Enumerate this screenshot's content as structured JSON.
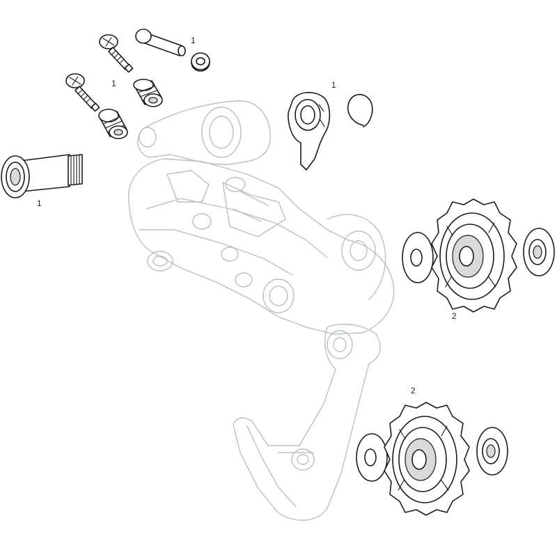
{
  "diagram": {
    "callouts": [
      {
        "id": "bolt-pin-kit",
        "text": "1"
      },
      {
        "id": "limit-screw-kit",
        "text": "1"
      },
      {
        "id": "hanger-bolt-kit",
        "text": "1"
      },
      {
        "id": "b-knuckle-kit",
        "text": "1"
      },
      {
        "id": "upper-pulley-kit",
        "text": "2"
      },
      {
        "id": "lower-pulley-kit",
        "text": "2"
      }
    ]
  }
}
